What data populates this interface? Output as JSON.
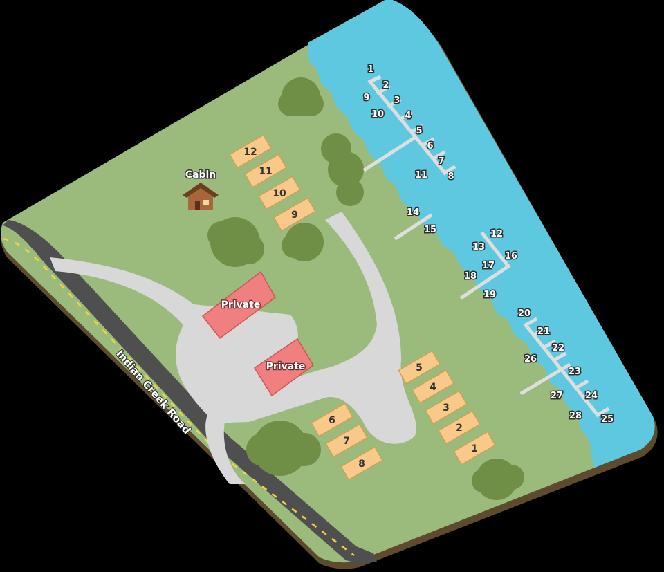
{
  "map": {
    "road_label": "Indian Creek Road",
    "cabin_label": "Cabin",
    "private_labels": [
      "Private",
      "Private"
    ],
    "upper_sites": [
      "12",
      "11",
      "10",
      "9"
    ],
    "lower_right_sites": [
      "5",
      "4",
      "3",
      "2",
      "1"
    ],
    "lower_left_sites": [
      "6",
      "7",
      "8"
    ],
    "dock_a_slips": [
      "1",
      "2",
      "3",
      "4",
      "5",
      "6",
      "7",
      "8",
      "9",
      "10",
      "11"
    ],
    "dock_b_slips": [
      "14",
      "15"
    ],
    "dock_c_slips": [
      "12",
      "13",
      "16",
      "17",
      "18",
      "19"
    ],
    "dock_d_slips": [
      "20",
      "21",
      "22",
      "23",
      "24",
      "25",
      "26",
      "27",
      "28"
    ]
  },
  "colors": {
    "water": "#5ec8e0",
    "grass": "#9bbb7c",
    "site_fill": "#f9c98a",
    "private_fill": "#f08080",
    "road": "#555555",
    "dock": "#dedede"
  }
}
